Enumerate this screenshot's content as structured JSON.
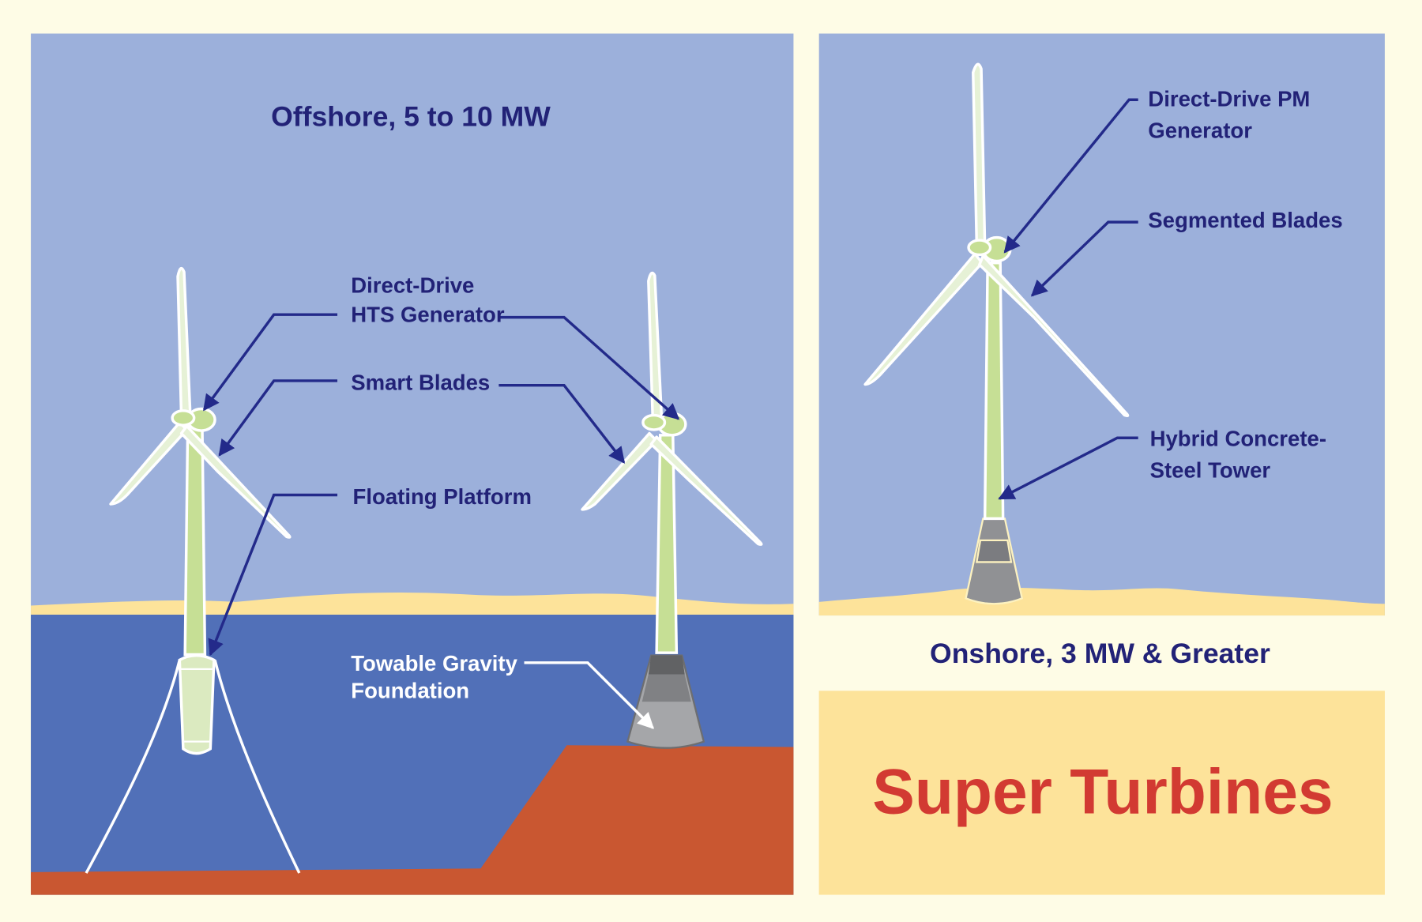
{
  "diagram": {
    "title": "Super Turbines",
    "colors": {
      "background": "#fefce6",
      "sky": "#9cb0db",
      "sand": "#fde39a",
      "sea": "#5170b8",
      "seabed": "#c95731",
      "label_dark": "#222277",
      "title_red": "#d23a32",
      "turbine_green": "#c6df95",
      "blade_light": "#e6f1d6",
      "foundation_gray": "#a5a6a9"
    },
    "offshore_panel": {
      "heading": "Offshore, 5 to 10 MW",
      "labels": {
        "generator_line1": "Direct-Drive",
        "generator_line2": "HTS Generator",
        "blades": "Smart Blades",
        "platform": "Floating Platform",
        "foundation_line1": "Towable Gravity",
        "foundation_line2": "Foundation"
      }
    },
    "onshore_panel": {
      "heading": "Onshore, 3 MW & Greater",
      "labels": {
        "generator_line1": "Direct-Drive PM",
        "generator_line2": "Generator",
        "blades": "Segmented Blades",
        "tower_line1": "Hybrid Concrete-",
        "tower_line2": "Steel Tower"
      }
    }
  }
}
